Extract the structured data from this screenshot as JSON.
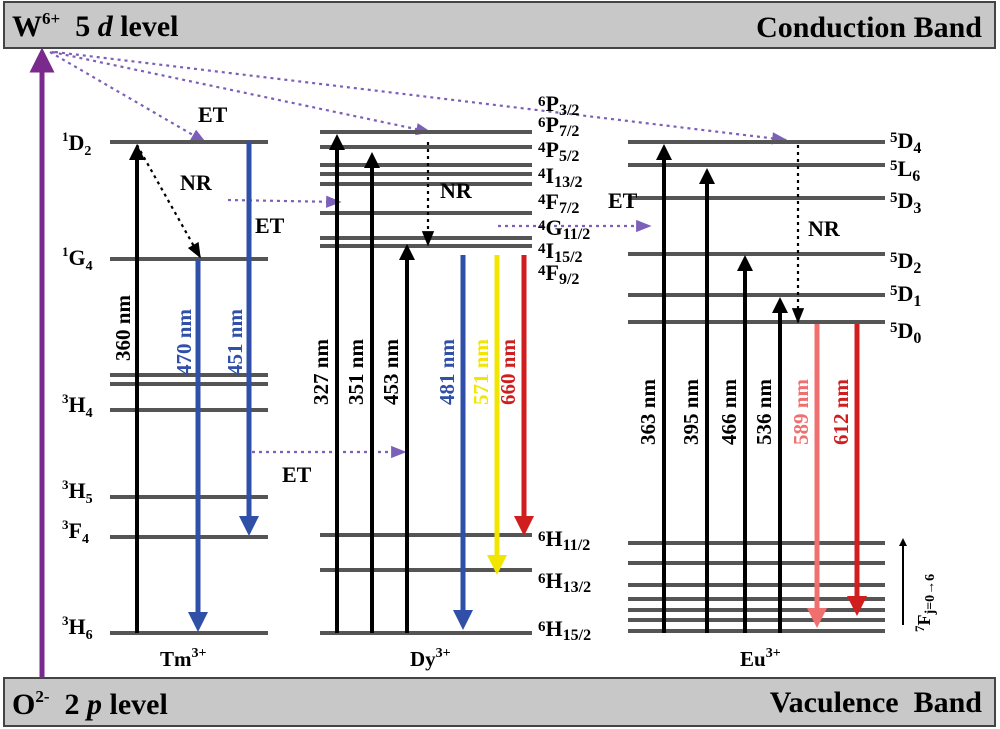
{
  "colors": {
    "band_fill": "#c8c8c8",
    "level": "#555555",
    "purple": "#7a2a8c",
    "purple_dotted": "#7b5fb8",
    "blue": "#2f4fa8",
    "yellow": "#f2e600",
    "red": "#d01e1e",
    "pink": "#f07070",
    "black": "#000000"
  },
  "bands": {
    "top_left": {
      "main": "W",
      "sup": "6+",
      "rest": "  5 ",
      "italic": "d",
      "tail": " level"
    },
    "top_right": "Conduction Band",
    "bottom_left": {
      "main": "O",
      "sup": "2-",
      "rest": "  2 ",
      "italic": "p",
      "tail": " level"
    },
    "bottom_right": "Vaculence  Band"
  },
  "tm": {
    "ion": {
      "main": "Tm",
      "sup": "3+"
    },
    "levels": [
      {
        "pre": "1",
        "main": "D",
        "sub": "2"
      },
      {
        "pre": "1",
        "main": "G",
        "sub": "4"
      },
      {
        "pre": "3",
        "main": "H",
        "sub": "4"
      },
      {
        "pre": "3",
        "main": "H",
        "sub": "5"
      },
      {
        "pre": "3",
        "main": "F",
        "sub": "4"
      },
      {
        "pre": "3",
        "main": "H",
        "sub": "6"
      }
    ],
    "transitions": [
      "360 nm",
      "470 nm",
      "451 nm"
    ]
  },
  "dy": {
    "ion": {
      "main": "Dy",
      "sup": "3+"
    },
    "levels": [
      {
        "pre": "6",
        "main": "P",
        "sub": "3/2"
      },
      {
        "pre": "6",
        "main": "P",
        "sub": "7/2"
      },
      {
        "pre": "4",
        "main": "P",
        "sub": "5/2"
      },
      {
        "pre": "4",
        "main": "I",
        "sub": "13/2"
      },
      {
        "pre": "4",
        "main": "F",
        "sub": "7/2"
      },
      {
        "pre": "4",
        "main": "G",
        "sub": "11/2"
      },
      {
        "pre": "4",
        "main": "I",
        "sub": "15/2"
      },
      {
        "pre": "4",
        "main": "F",
        "sub": "9/2"
      },
      {
        "pre": "6",
        "main": "H",
        "sub": "11/2"
      },
      {
        "pre": "6",
        "main": "H",
        "sub": "13/2"
      },
      {
        "pre": "6",
        "main": "H",
        "sub": "15/2"
      }
    ],
    "transitions": [
      "327 nm",
      "351 nm",
      "453 nm",
      "481 nm",
      "571 nm",
      "660 nm"
    ]
  },
  "eu": {
    "ion": {
      "main": "Eu",
      "sup": "3+"
    },
    "levels": [
      {
        "pre": "5",
        "main": "D",
        "sub": "4"
      },
      {
        "pre": "5",
        "main": "L",
        "sub": "6"
      },
      {
        "pre": "5",
        "main": "D",
        "sub": "3"
      },
      {
        "pre": "5",
        "main": "D",
        "sub": "2"
      },
      {
        "pre": "5",
        "main": "D",
        "sub": "1"
      },
      {
        "pre": "5",
        "main": "D",
        "sub": "0"
      }
    ],
    "transitions": [
      "363 nm",
      "395 nm",
      "466 nm",
      "536 nm",
      "589 nm",
      "612 nm"
    ],
    "ground_label": {
      "pre": "7",
      "main": "F",
      "sub": "j=0→6"
    }
  },
  "process_labels": {
    "et": "ET",
    "nr": "NR"
  }
}
